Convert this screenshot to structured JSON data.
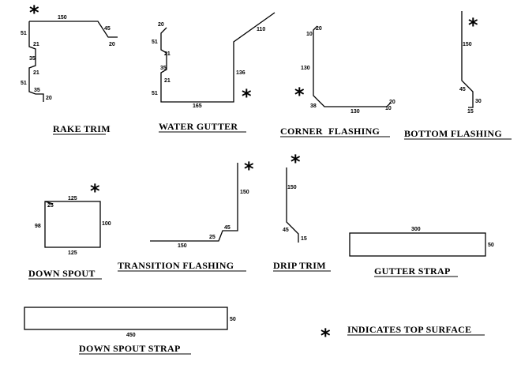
{
  "star_glyph": "*",
  "legend_text": "INDICATES TOP SURFACE",
  "profiles": {
    "rake_trim": {
      "title": "RAKE TRIM",
      "dims": [
        "150",
        "45",
        "20",
        "51",
        "21",
        "35",
        "21",
        "51",
        "35",
        "20"
      ]
    },
    "water_gutter": {
      "title": "WATER GUTTER",
      "dims": [
        "20",
        "51",
        "21",
        "35",
        "21",
        "51",
        "165",
        "136",
        "110"
      ]
    },
    "corner_flashing": {
      "title": "CORNER FLASHING",
      "dims": [
        "10",
        "20",
        "130",
        "38",
        "130",
        "20",
        "10"
      ]
    },
    "bottom_flashing": {
      "title": "BOTTOM FLASHING",
      "dims": [
        "150",
        "45",
        "30",
        "15"
      ]
    },
    "down_spout": {
      "title": "DOWN SPOUT",
      "dims": [
        "125",
        "25",
        "98",
        "100",
        "125"
      ]
    },
    "transition_flashing": {
      "title": "TRANSITION FLASHING",
      "dims": [
        "150",
        "45",
        "25",
        "150"
      ]
    },
    "drip_trim": {
      "title": "DRIP TRIM",
      "dims": [
        "150",
        "45",
        "15"
      ]
    },
    "gutter_strap": {
      "title": "GUTTER STRAP",
      "dims": [
        "300",
        "50"
      ]
    },
    "down_spout_strap": {
      "title": "DOWN SPOUT STRAP",
      "dims": [
        "450",
        "50"
      ]
    }
  }
}
